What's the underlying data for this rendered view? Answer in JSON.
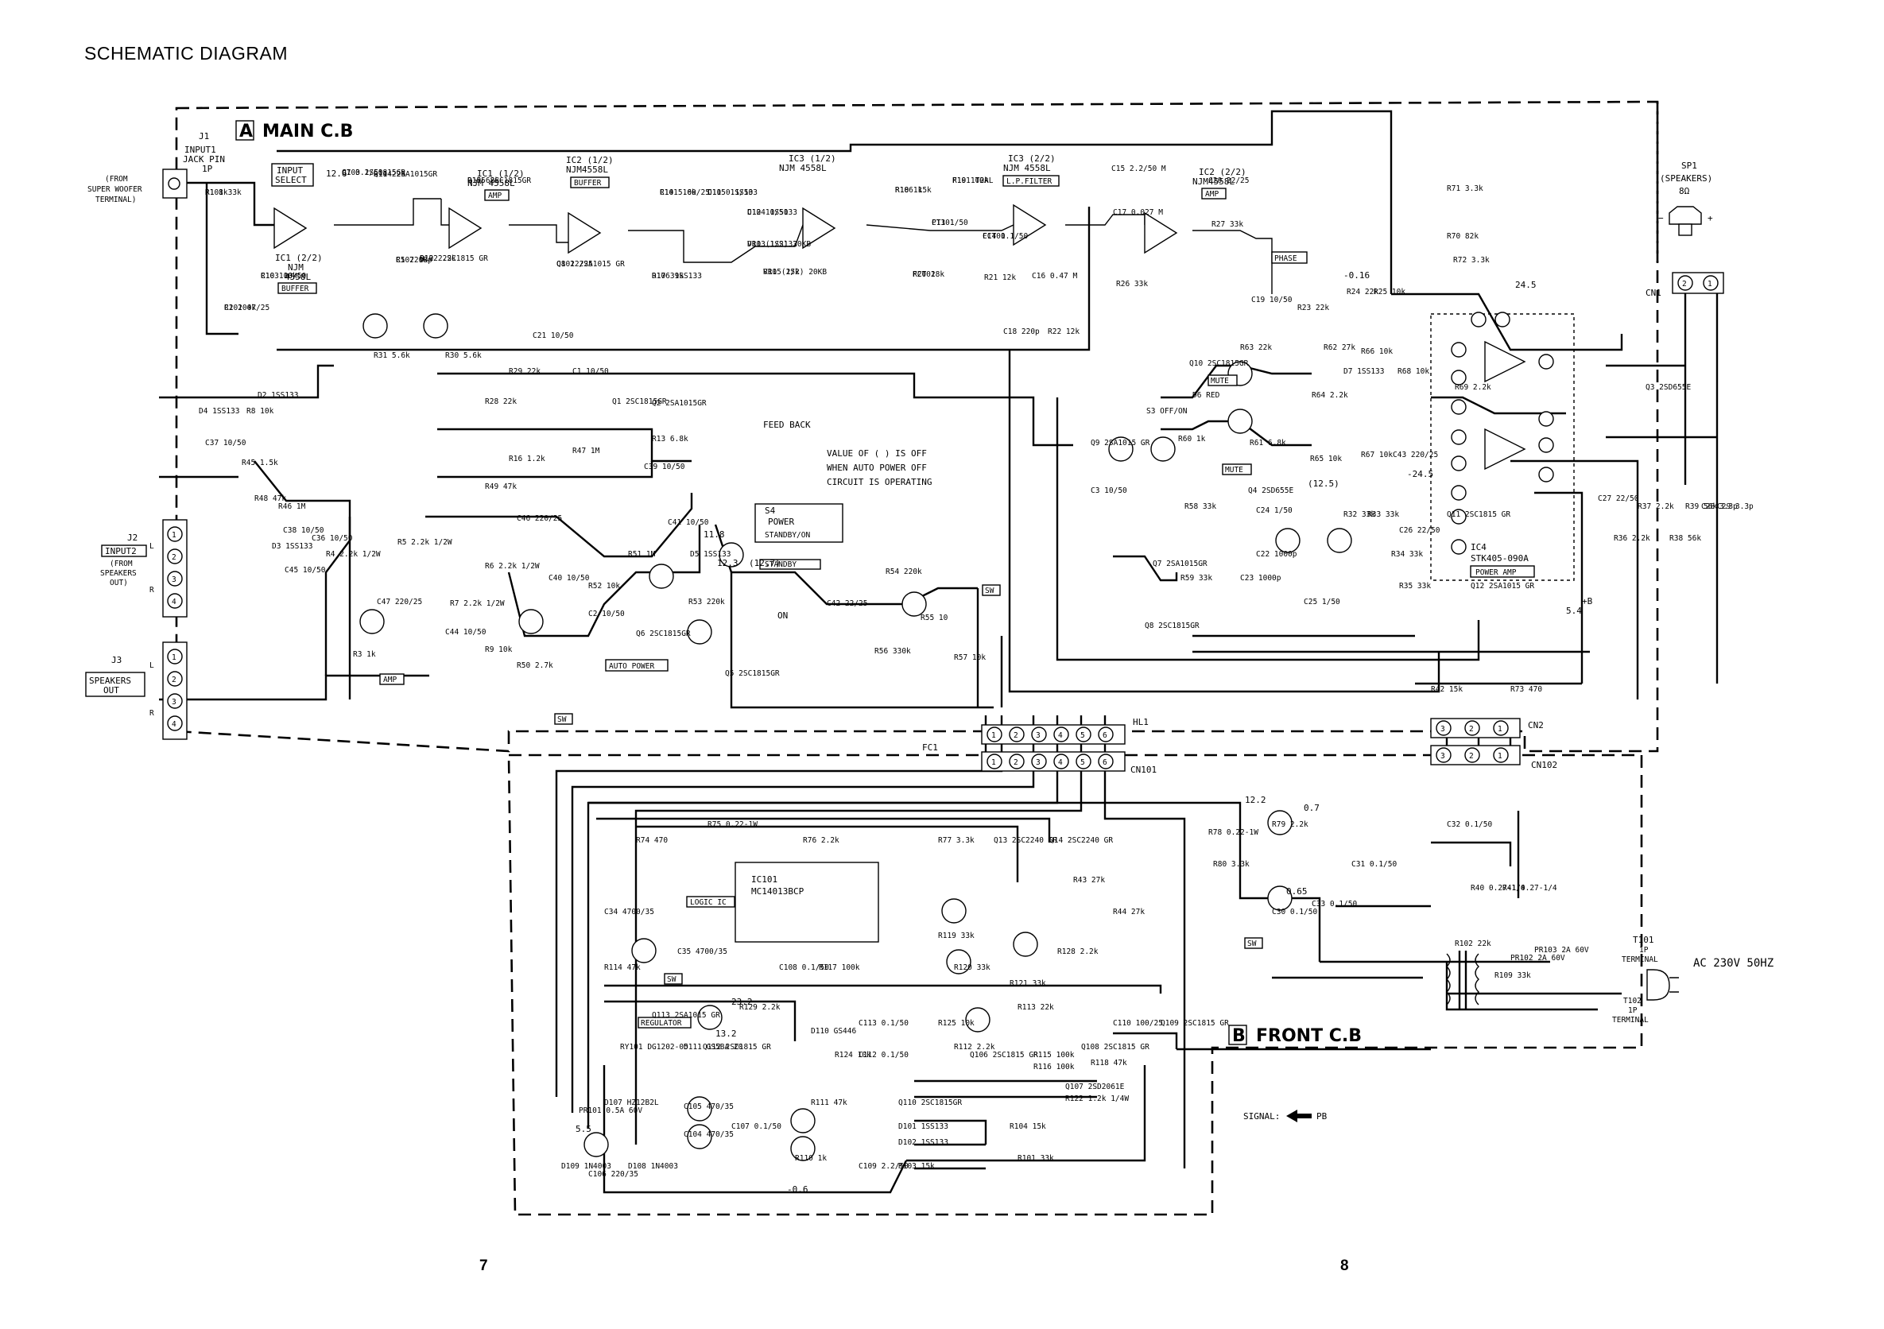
{
  "page": {
    "title": "SCHEMATIC DIAGRAM",
    "page_left": "7",
    "page_right": "8"
  },
  "boards": {
    "main": {
      "letter": "A",
      "label": "MAIN C.B"
    },
    "front": {
      "letter": "B",
      "label": "FRONT C.B"
    }
  },
  "signal_legend": {
    "label": "SIGNAL:",
    "code": "PB"
  },
  "notes": {
    "feedback": "FEED BACK",
    "value_note": [
      "VALUE OF ( ) IS OFF",
      "WHEN AUTO POWER OFF",
      "CIRCUIT IS OPERATING"
    ]
  },
  "connectors": {
    "j1": {
      "ref": "J1",
      "name": "INPUT1",
      "type": "JACK PIN",
      "pins": "1P",
      "source": [
        "(FROM",
        "SUPER WOOFER",
        "TERMINAL)"
      ]
    },
    "j2": {
      "ref": "J2",
      "name": "INPUT2",
      "source": [
        "(FROM",
        "SPEAKERS",
        "OUT)"
      ],
      "pins": [
        "1",
        "2",
        "3",
        "4"
      ],
      "side_marks": [
        "L",
        "R"
      ]
    },
    "j3": {
      "ref": "J3",
      "name": "SPEAKERS",
      "sub": "OUT",
      "pins": [
        "1",
        "2",
        "3",
        "4"
      ],
      "side_marks": [
        "L",
        "R"
      ]
    },
    "sp1": {
      "ref": "SP1",
      "name": "(SPEAKERS)",
      "impedance": "8Ω",
      "minus": "−",
      "plus": "+"
    },
    "cn1": {
      "ref": "CN1",
      "pins": [
        "2",
        "1"
      ]
    },
    "cn2": {
      "ref": "CN2",
      "pins": [
        "3",
        "2",
        "1"
      ]
    },
    "cn102": {
      "ref": "CN102",
      "pins": [
        "3",
        "2",
        "1"
      ]
    },
    "hl1": {
      "ref": "HL1",
      "pins": [
        "1",
        "2",
        "3",
        "4",
        "5",
        "6"
      ]
    },
    "cn101": {
      "ref": "CN101",
      "pins": [
        "1",
        "2",
        "3",
        "4",
        "5",
        "6"
      ]
    },
    "fc1": {
      "ref": "FC1"
    },
    "ac": {
      "label": "AC 230V 50HZ",
      "t101": [
        "T101",
        "1P",
        "TERMINAL"
      ],
      "t102": [
        "T102",
        "1P",
        "TERMINAL"
      ]
    }
  },
  "function_blocks": {
    "input_select": [
      "INPUT",
      "SELECT"
    ],
    "amp": "AMP",
    "buffer": "BUFFER",
    "lpf": "L.P.FILTER",
    "phase": "PHASE",
    "mute": "MUTE",
    "power_amp": "POWER AMP",
    "auto_power": "AUTO POWER",
    "sw": "SW",
    "regulator": "REGULATOR",
    "logic_ic": "LOGIC IC",
    "power_switch": [
      "S4",
      "POWER",
      "STANDBY/ON"
    ],
    "standby": "STANDBY",
    "on": "ON"
  },
  "ics": {
    "ic1_22": [
      "IC1 (2/2)",
      "NJM",
      "4558L"
    ],
    "ic1_12": [
      "IC1 (1/2)",
      "NJM 4558L"
    ],
    "ic2_12": [
      "IC2 (1/2)",
      "NJM4558L"
    ],
    "ic3_12": [
      "IC3 (1/2)",
      "NJM 4558L"
    ],
    "ic3_22": [
      "IC3 (2/2)",
      "NJM 4558L"
    ],
    "ic2_22": [
      "IC2 (2/2)",
      "NJM4558L"
    ],
    "ic4": [
      "IC4",
      "STK405-090A"
    ],
    "ic101": [
      "IC101",
      "MC14013BCP"
    ]
  },
  "parts": [
    "R1 1k",
    "C7 0.1/50",
    "R11 22k",
    "R15 68k",
    "R10 100k",
    "R2 100k",
    "C5 2200p",
    "R12 2.2k",
    "C8 22/25",
    "R14 5.6k",
    "R17 39k",
    "C11 0.1/50",
    "C12 10/50",
    "VR1 (1/2) 20KB",
    "VR1 (2/2) 20KB",
    "R18 1k",
    "C13 1/50",
    "R19 100k",
    "C14 0.1/50",
    "R20 18k",
    "R21 12k",
    "C16 0.47 M",
    "C18 220p",
    "R22 12k",
    "C15 2.2/50 M",
    "C17 0.027 M",
    "R26 33k",
    "C20 22/25",
    "R27 33k",
    "C19 10/50",
    "R23 22k",
    "R24 22k",
    "R25 10k",
    "C21 10/50",
    "R31 5.6k",
    "R30 5.6k",
    "R29 22k",
    "R28 22k",
    "C1 10/50",
    "Q1 2SC1815GR",
    "Q2 2SA1015GR",
    "R13 6.8k",
    "R16 1.2k",
    "R49 47k",
    "R47 1M",
    "C39 10/50",
    "D4 1SS133",
    "D2 1SS133",
    "C37 10/50",
    "R45 1.5k",
    "R48 47k",
    "R46 1M",
    "C38 10/50",
    "D3 1SS133",
    "C36 10/50",
    "C45 10/50",
    "R8 10k",
    "C46 220/25",
    "R4 2.2k 1/2W",
    "R5 2.2k 1/2W",
    "R6 2.2k 1/2W",
    "C47 220/25",
    "R7 2.2k 1/2W",
    "C44 10/50",
    "R9 10k",
    "R3 1k",
    "R50 2.7k",
    "C40 10/50",
    "R52 10k",
    "C2 10/50",
    "R51 1M",
    "C41 10/50",
    "D5 1SS133",
    "R53 220k",
    "Q5 2SC1815GR",
    "Q6 2SC1815GR",
    "C42 22/25",
    "R54 220k",
    "R55 10",
    "R56 330k",
    "R57 10k",
    "Q7 2SA1015GR",
    "R59 33k",
    "R58 33k",
    "Q8 2SC1815GR",
    "C3 10/50",
    "Q9 2SA1015 GR",
    "S3 OFF/ON",
    "R60 1k",
    "D6 RED",
    "Q10 2SC1815GR",
    "R63 22k",
    "R61 6.8k",
    "R62 27k",
    "D7 1SS133",
    "R64 2.2k",
    "R65 10k",
    "R66 10k",
    "R67 10k",
    "R68 10k",
    "C43 220/25",
    "R69 2.2k",
    "Q11 2SC1815 GR",
    "Q12 2SA1015 GR",
    "R70 82k",
    "R71 3.3k",
    "R72 3.3k",
    "Q3 2SD655E",
    "Q4 2SD655E",
    "C24 1/50",
    "C22 1000p",
    "C23 1000p",
    "C25 1/50",
    "R32 33k",
    "R33 33k",
    "R34 33k",
    "R35 33k",
    "C26 22/50",
    "C27 22/50",
    "R36 2.2k",
    "R37 2.2k",
    "R38 56k",
    "R39 56k",
    "C28 3.3p",
    "C29 3.3p",
    "R42 15k",
    "R73 470",
    "R74 470",
    "R75 0.22-1W",
    "R76 2.2k",
    "R77 3.3k",
    "Q13 2SC2240 GR",
    "Q14 2SC2240 GR",
    "R78 0.22-1W",
    "R79 2.2k",
    "R80 3.3k",
    "C30 0.1/50",
    "C31 0.1/50",
    "C32 0.1/50",
    "C33 0.1/50",
    "R40 0.27-1/4",
    "R41 0.27-1/4",
    "R43 27k",
    "R44 27k",
    "C34 4700/35",
    "C35 4700/35",
    "R114 47k",
    "C108 0.1/50",
    "R117 100k",
    "R119 33k",
    "R120 33k",
    "R121 33k",
    "R128 2.2k",
    "Q113 2SA1015 GR",
    "R129 2.2k",
    "Q112 2SC1815 GR",
    "RY101 DG1202-05",
    "D111 GS5BA 20",
    "D110 GS446",
    "C113 0.1/50",
    "C112 0.1/50",
    "R124 10k",
    "R125 10k",
    "R112 2.2k",
    "Q106 2SC1815 GR",
    "R113 22k",
    "R115 100k",
    "R116 100k",
    "Q108 2SC1815 GR",
    "R118 47k",
    "C110 100/25",
    "Q109 2SC1815 GR",
    "Q107 2SD2061E",
    "R122 1.2k 1/4W",
    "PR101 0.5A 60V",
    "D107 HZ12B2L",
    "C105 470/35",
    "C104 470/35",
    "C106 220/35",
    "D109 1N4003",
    "D108 1N4003",
    "C107 0.1/50",
    "R111 47k",
    "R110 1k",
    "C109 2.2/50",
    "Q110 2SC1815GR",
    "D101 1SS133",
    "D102 1SS133",
    "R103 15k",
    "R104 15k",
    "R101 33k",
    "R102 22k",
    "PR103 2A 60V",
    "PR102 2A 60V",
    "R109 33k",
    "R108 33k",
    "Q103 2SC1815GR",
    "Q104 2SA1015GR",
    "Q105 2SC1815GR",
    "C103 10/50",
    "C102 47/25",
    "R107 1k",
    "Q102 2SC1815 GR",
    "Q101 2SA1015 GR",
    "C101 100/25",
    "D106 1SS133",
    "D105 1SS133",
    "D104 1SS133",
    "D103 1SS133",
    "R105 15k",
    "R106 15k",
    "PT101",
    "F101 T2AL",
    "FCT01",
    "FCT02"
  ],
  "voltages": [
    "12.6",
    "-0.16",
    "24.5",
    "-24.5",
    "12.2",
    "0.7",
    "0.65",
    "5.5",
    "-0.6",
    "23.2",
    "13.2",
    "11.8",
    "12.3",
    "(12.7)",
    "(12.5)",
    "5.4",
    "+B"
  ]
}
